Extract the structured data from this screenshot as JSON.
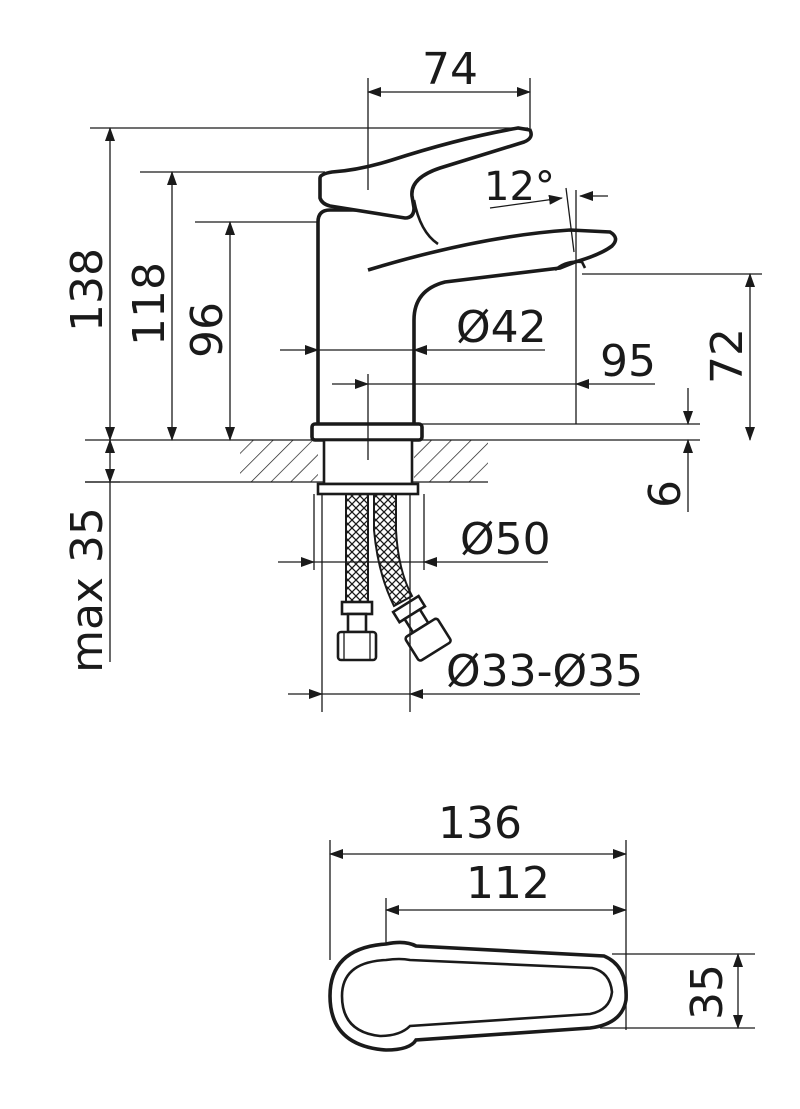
{
  "dimensions": {
    "width_spout": "74",
    "angle": "12°",
    "height_total": "138",
    "height_lever": "118",
    "height_body": "96",
    "body_diameter": "Ø42",
    "projection": "95",
    "spout_height": "72",
    "base_height": "6",
    "max_thickness": "max 35",
    "base_diameter": "Ø50",
    "hole_diameter": "Ø33-Ø35",
    "top_length_total": "136",
    "top_length_spout": "112",
    "top_width": "35"
  }
}
